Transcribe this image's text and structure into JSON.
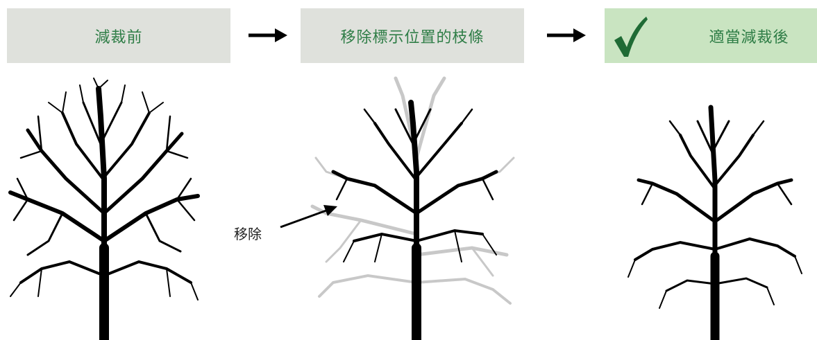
{
  "steps": [
    {
      "label": "減裁前"
    },
    {
      "label": "移除標示位置的枝條"
    },
    {
      "label": "適當減裁後"
    }
  ],
  "annotation": {
    "label": "移除"
  },
  "icons": {
    "check": "check-mark-icon",
    "arrow": "right-arrow-icon"
  },
  "colors": {
    "header_grey": "#dfe1dc",
    "header_green": "#c9e4c1",
    "accent_green": "#2e7d46",
    "branch_dark": "#000000",
    "branch_removed": "#c8c8c8"
  }
}
